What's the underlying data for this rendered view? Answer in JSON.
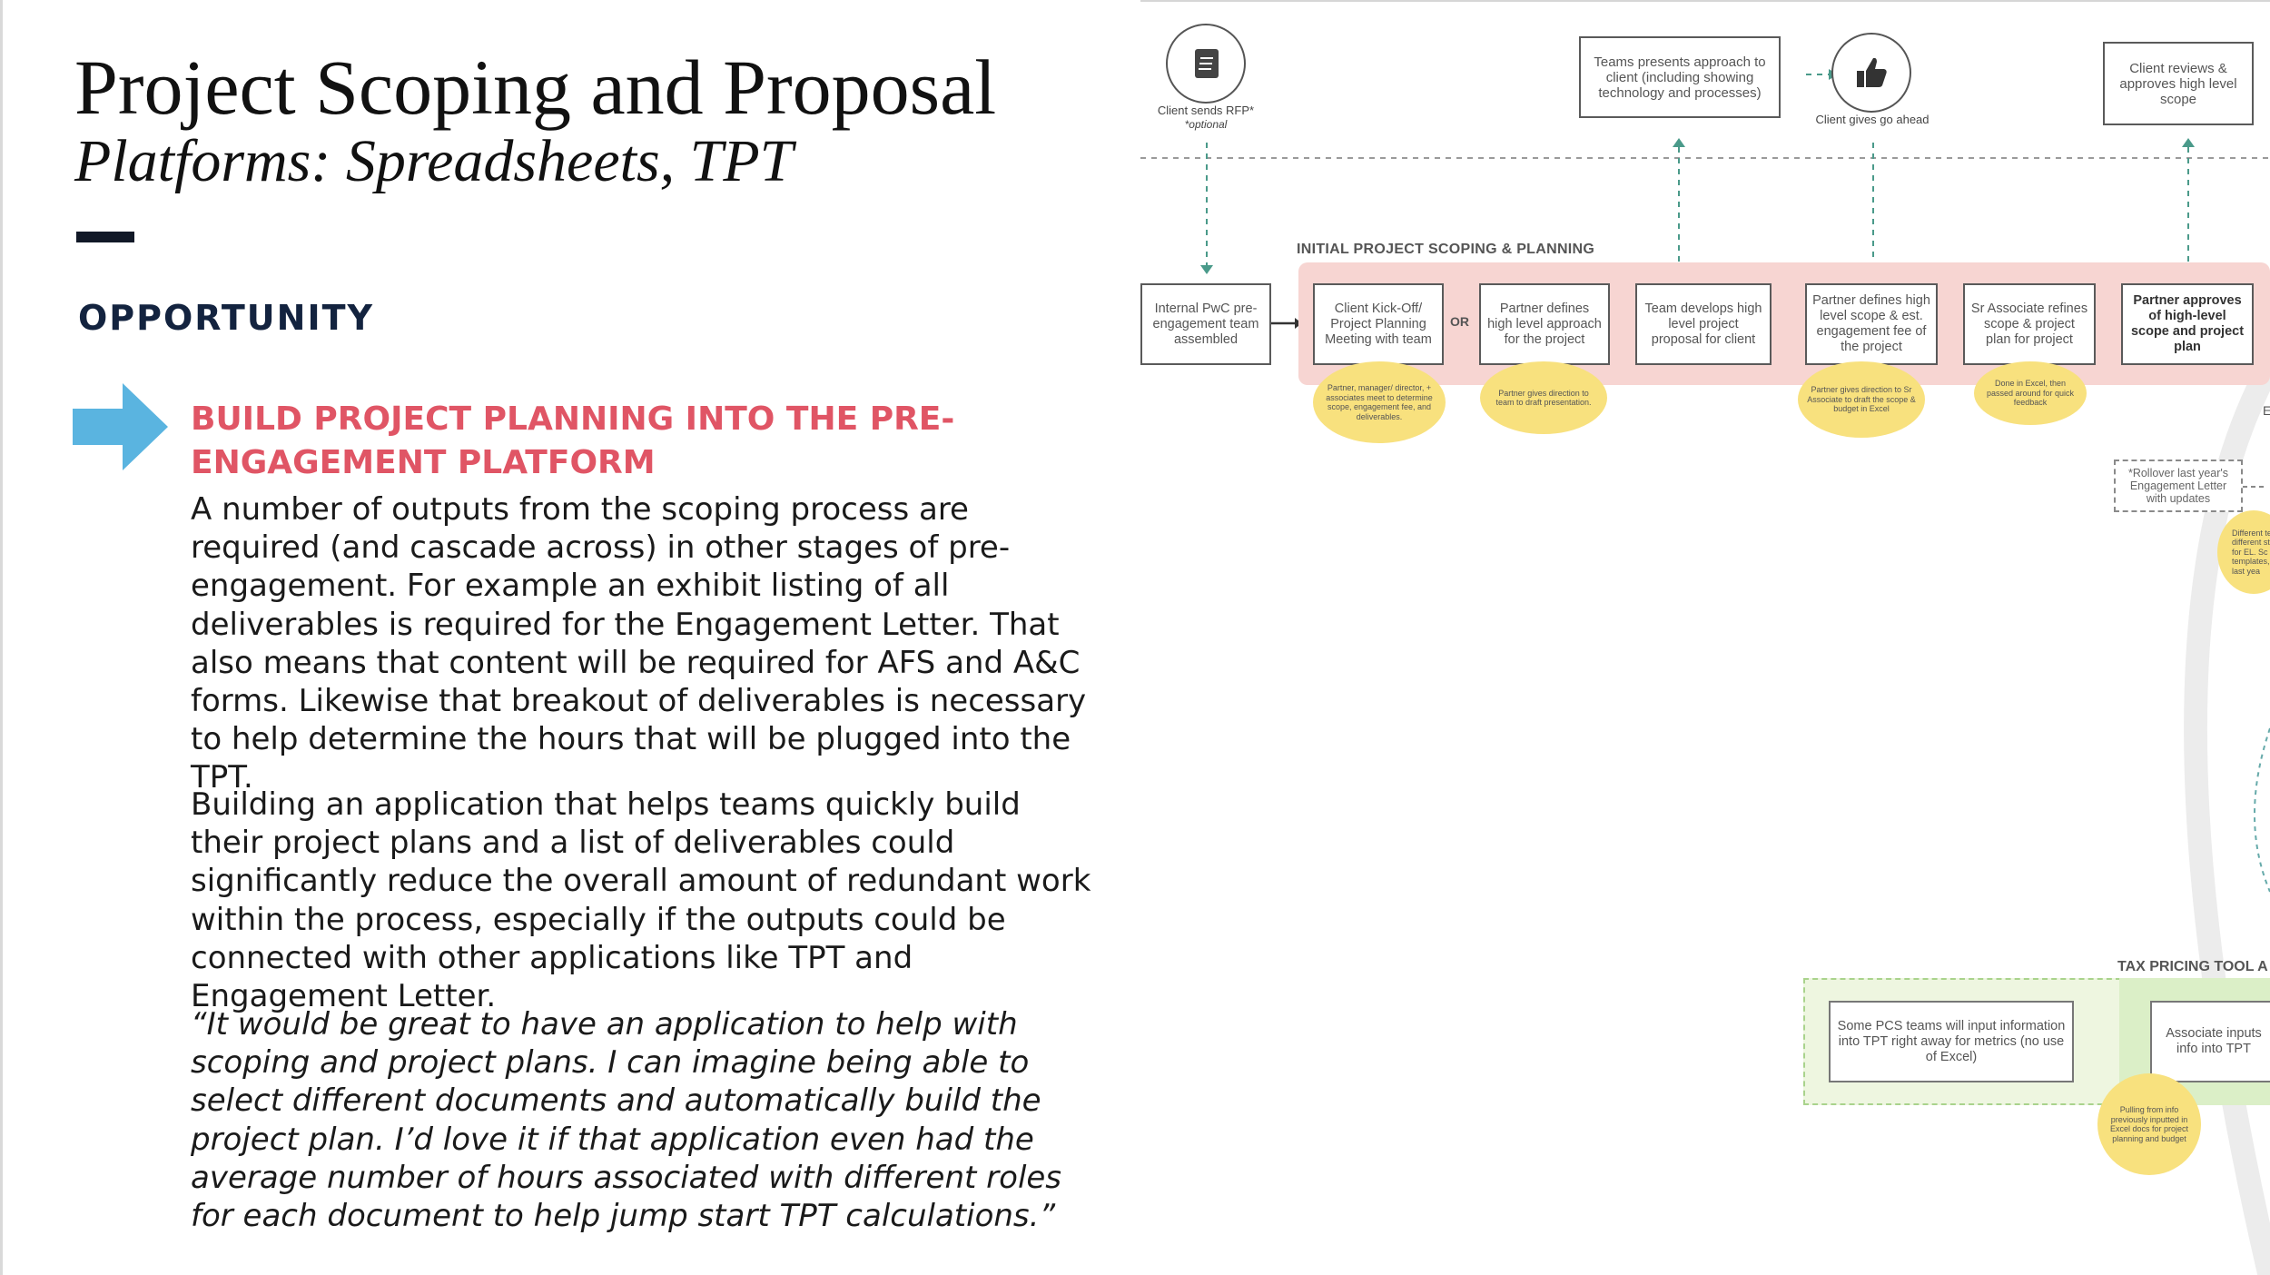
{
  "slide": {
    "title": "Project Scoping and Proposal",
    "subtitle": "Platforms: Spreadsheets, TPT",
    "section_label": "OPPORTUNITY",
    "arrow_icon": "right-arrow-icon",
    "opportunity_heading": "BUILD PROJECT PLANNING INTO THE PRE-ENGAGEMENT PLATFORM",
    "paragraph_1": "A number of outputs from the scoping process are required (and cascade across) in other stages of pre-engagement. For example an exhibit listing of all deliverables is required for the Engagement Letter. That also means that content will be required for AFS and A&C forms. Likewise that breakout of deliverables is necessary to help determine the hours that will be plugged into the TPT.",
    "paragraph_2": "Building an application that helps teams quickly build their project plans and a list of deliverables could significantly reduce the overall amount of redundant work within the process, especially if the outputs could be connected with other applications like TPT and Engagement Letter.",
    "quote": "“It would be great to have an application to help with scoping and project plans. I can imagine being able to select different documents and automatically build the project plan. I’d love it if that application even had the average number of hours associated with different roles for each document to help jump start TPT calculations.”"
  },
  "diagram": {
    "colors": {
      "band": "#f7d5d2",
      "note": "#f8e17e",
      "green": "#dbefc7",
      "dash_arrow": "#4a9a8a",
      "accent_red": "#e05565",
      "accent_blue": "#5ab4e0"
    },
    "client_sends": {
      "icon": "book-icon",
      "label": "Client sends RFP*",
      "sub": "*optional"
    },
    "teams_presents": "Teams presents approach to client (including showing technology and processes)",
    "client_go_ahead": {
      "icon": "thumbs-up-icon",
      "label": "Client gives go ahead"
    },
    "client_reviews": "Client reviews & approves high level scope",
    "band_label": "INITIAL PROJECT SCOPING & PLANNING",
    "internal_team": "Internal PwC pre-engagement team assembled",
    "or_label": "OR",
    "steps": [
      "Client Kick-Off/ Project Planning Meeting with team",
      "Partner defines high level approach for the project",
      "Team develops high level project proposal for client",
      "Partner defines high level scope & est. engagement fee of the project",
      "Sr Associate refines scope & project plan for project",
      "Partner approves of high-level scope and project plan"
    ],
    "notes": [
      "Partner, manager/ director, + associates meet to determine scope, engagement fee, and deliverables.",
      "Partner gives direction to team to draft presentation.",
      "Partner gives direction to Sr Associate to draft the scope & budget in Excel",
      "Done in Excel, then passed around for quick feedback"
    ],
    "rollover": "*Rollover last year's Engagement Letter with updates",
    "side_note": "Different te different sta for EL. Sc templates, last yea",
    "edge_letter": "E",
    "tpt_label": "TAX PRICING TOOL A",
    "pcs_box": "Some PCS teams will input information into TPT right away for metrics (no use of Excel)",
    "associate_box": "Associate inputs info into TPT",
    "tpt_note": "Pulling from info previously inputted in Excel docs for project planning and budget"
  }
}
